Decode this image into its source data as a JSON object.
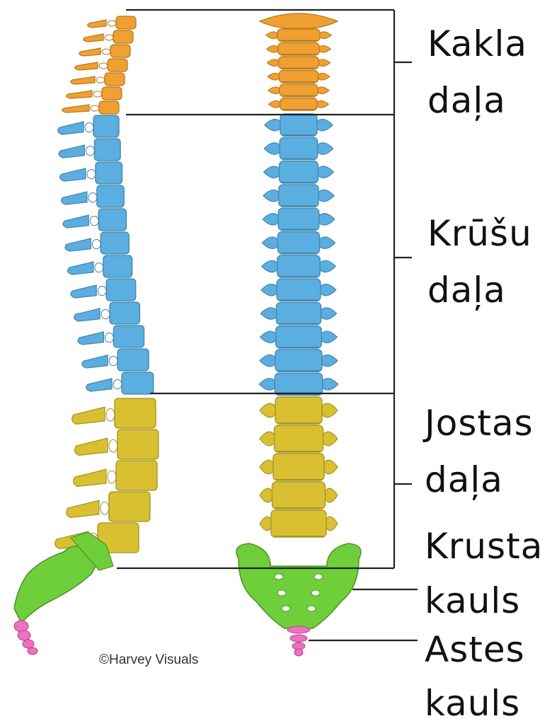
{
  "labels": {
    "cervical_l1": "Kakla",
    "cervical_l2": "daļa",
    "thoracic_l1": "Krūšu",
    "thoracic_l2": "daļa",
    "lumbar_l1": "Jostas",
    "lumbar_l2": "daļa",
    "sacrum_l1": "Krusta",
    "sacrum_l2": "kauls",
    "coccyx_l1": "Astes",
    "coccyx_l2": "kauls"
  },
  "credit": "©Harvey Visuals",
  "colors": {
    "cervical": "#f0a030",
    "thoracic": "#5aaee0",
    "lumbar": "#d8c030",
    "sacrum": "#6fcf3a",
    "coccyx": "#f06fc0",
    "outline": "#222222"
  }
}
